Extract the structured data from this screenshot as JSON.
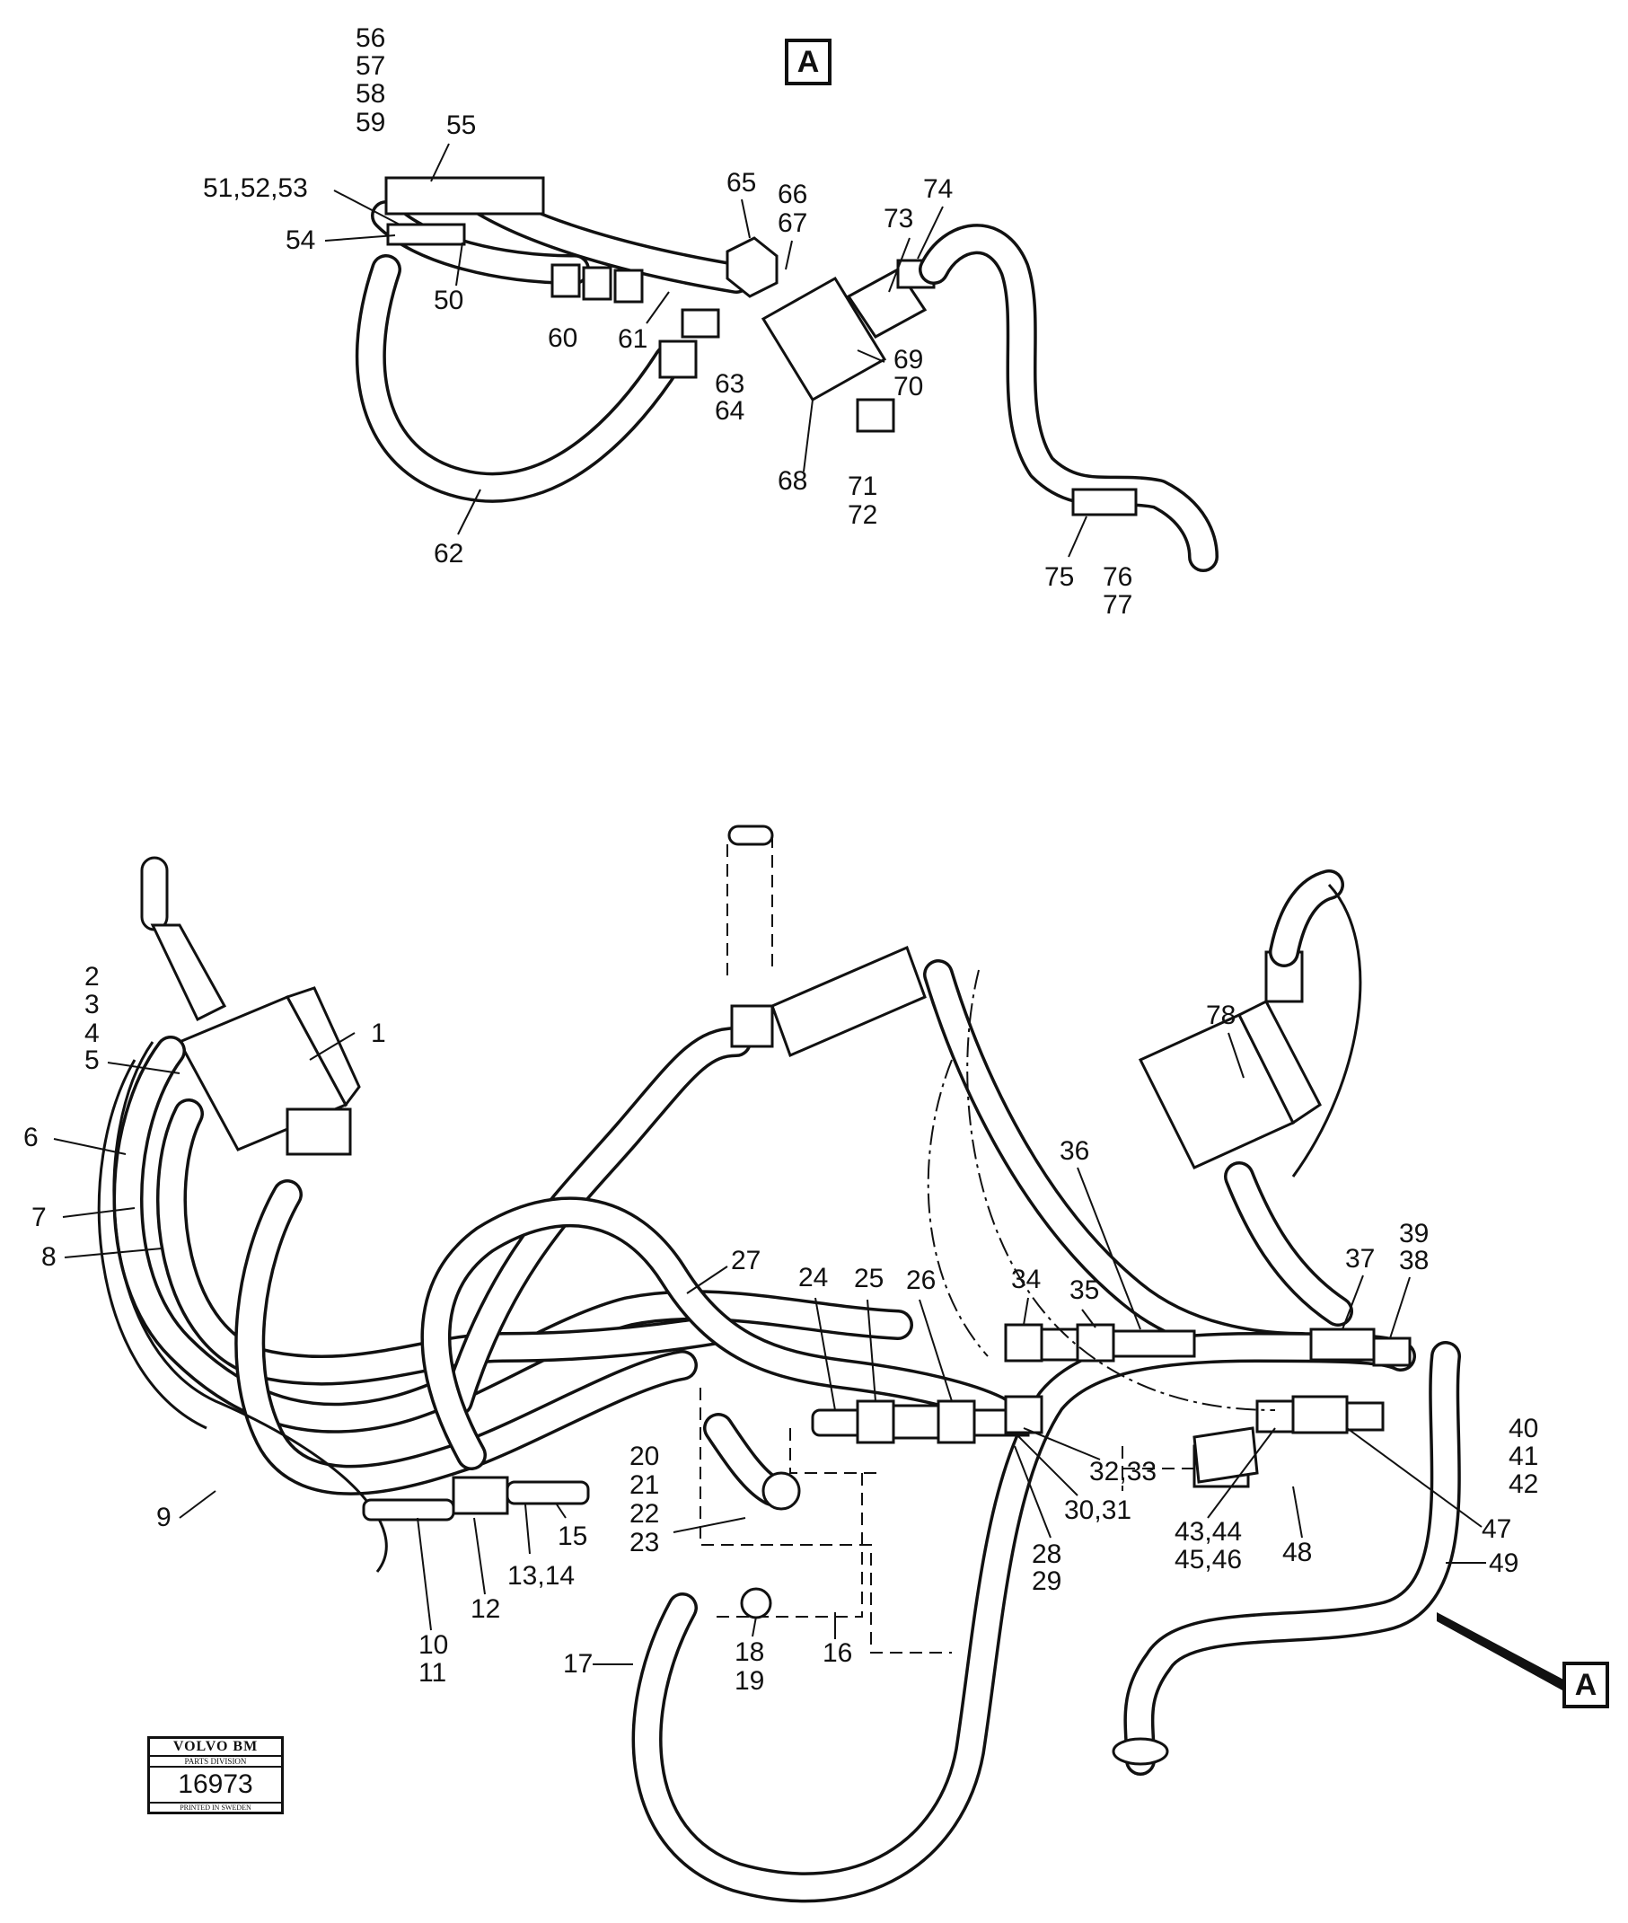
{
  "detail_ref": "A",
  "stamp": {
    "brand": "VOLVO BM",
    "division": "PARTS DIVISION",
    "number": "16973",
    "printed": "PRINTED IN SWEDEN"
  },
  "labels": {
    "l1": "1",
    "l2": "2",
    "l3": "3",
    "l4": "4",
    "l5": "5",
    "l6": "6",
    "l7": "7",
    "l8": "8",
    "l9": "9",
    "l10": "10",
    "l11": "11",
    "l12": "12",
    "l1314": "13,14",
    "l15": "15",
    "l16": "16",
    "l17": "17",
    "l18": "18",
    "l19": "19",
    "l20": "20",
    "l21": "21",
    "l22": "22",
    "l23": "23",
    "l24": "24",
    "l25": "25",
    "l26": "26",
    "l27": "27",
    "l28": "28",
    "l29": "29",
    "l3031": "30,31",
    "l3233": "32,33",
    "l34": "34",
    "l35": "35",
    "l36": "36",
    "l37": "37",
    "l38": "38",
    "l39": "39",
    "l40": "40",
    "l41": "41",
    "l42": "42",
    "l4344": "43,44",
    "l4546": "45,46",
    "l47": "47",
    "l48": "48",
    "l49": "49",
    "l50": "50",
    "l515253": "51,52,53",
    "l54": "54",
    "l55": "55",
    "l56": "56",
    "l57": "57",
    "l58": "58",
    "l59": "59",
    "l60": "60",
    "l61": "61",
    "l62": "62",
    "l63": "63",
    "l64": "64",
    "l65": "65",
    "l66": "66",
    "l67": "67",
    "l68": "68",
    "l69": "69",
    "l70": "70",
    "l71": "71",
    "l72": "72",
    "l73": "73",
    "l74": "74",
    "l75": "75",
    "l76": "76",
    "l77": "77",
    "l78": "78"
  }
}
